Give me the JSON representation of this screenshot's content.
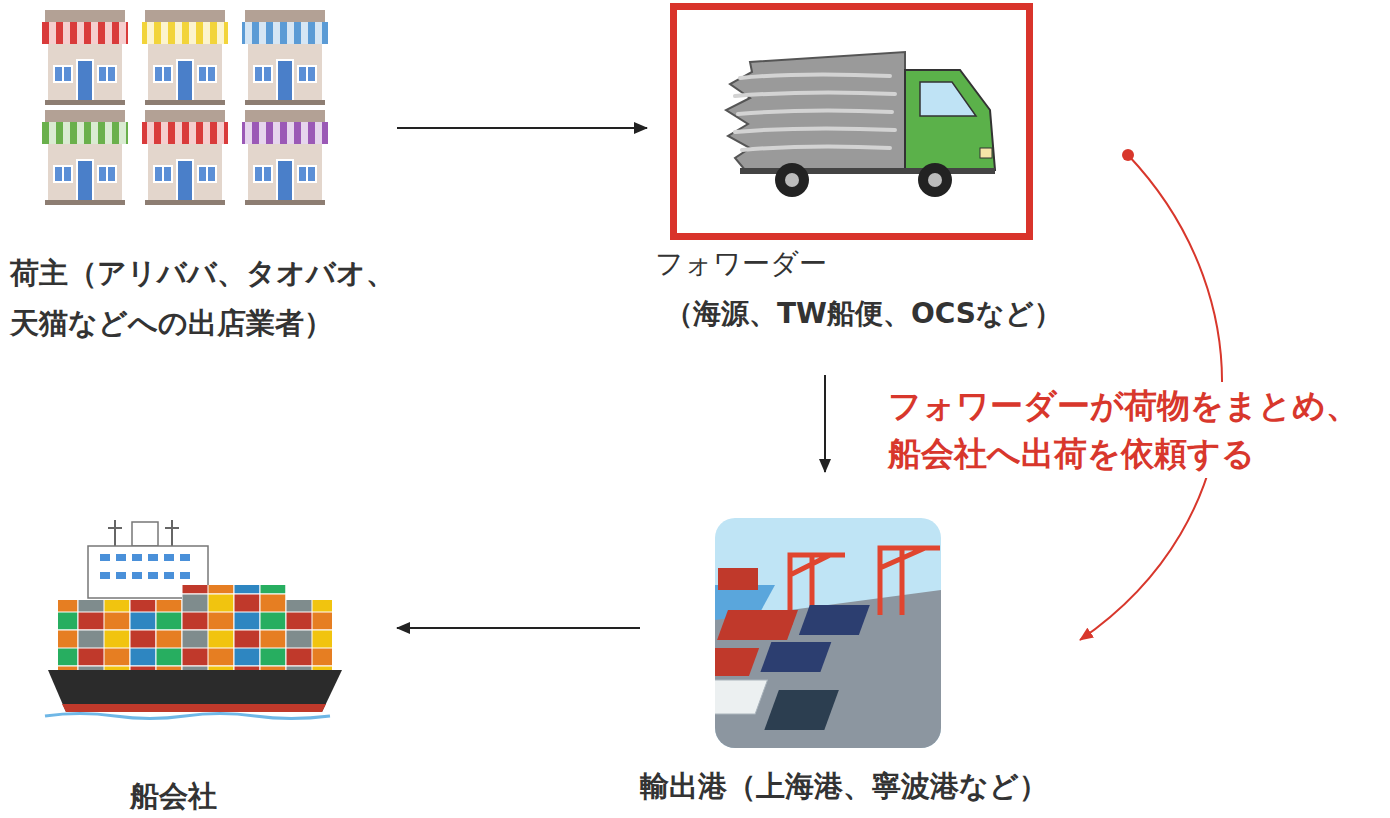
{
  "diagram": {
    "nodes": [
      {
        "text": [
          "荷主（アリババ、タオバオ、 天猫などへの出店業者）"
        ]
      },
      {
        "text": [
          "フォワーダー",
          "（海源、TW船便、OCSなど）"
        ]
      },
      {
        "text": [
          "輸出港（上海港、寧波港など）"
        ]
      },
      {
        "text": [
          "船会社"
        ]
      }
    ],
    "edges": [
      {
        "from": 0,
        "to": 1,
        "arrow": "to"
      },
      {
        "from": 1,
        "to": 2,
        "arrow": "to"
      },
      {
        "from": 1,
        "to": 2,
        "arrow": "to",
        "label": "フォワーダーが荷物をまとめ、 船会社へ出荷を依頼する"
      },
      {
        "from": 2,
        "to": 3,
        "arrow": "to"
      }
    ]
  }
}
